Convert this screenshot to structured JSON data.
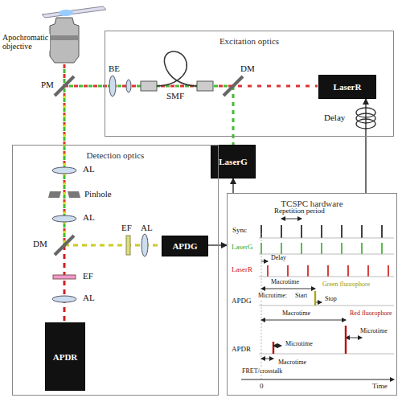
{
  "diagram": {
    "nodes": [
      {
        "text": [
          "Excitation optics"
        ]
      },
      {
        "text": [
          "LaserR"
        ],
        "in": 0
      },
      {
        "text": [
          "LaserG"
        ]
      },
      {
        "text": [
          "Detection optics"
        ]
      },
      {
        "text": [
          "APDG"
        ],
        "in": 3
      },
      {
        "text": [
          "APDR"
        ],
        "in": 3
      },
      {
        "text": [
          "TCSPC hardware"
        ]
      }
    ],
    "edges": [
      {
        "from": 6,
        "to": 2,
        "arrow": "to"
      },
      {
        "from": 6,
        "to": 1,
        "arrow": "to"
      },
      {
        "from": 4,
        "to": 6,
        "arrow": "to"
      }
    ],
    "labels": [
      "Apochromatic objective",
      "PM",
      "BE",
      "SMF",
      "DM",
      "Delay",
      "AL",
      "Pinhole",
      "AL",
      "DM",
      "EF",
      "AL",
      "EF",
      "AL",
      "Sync",
      "Repetition period",
      "LaserG",
      "LaserR",
      "Delay",
      "APDG",
      "Macrotime",
      "Green fluorophore",
      "Microtime:",
      "Start",
      "Stop",
      "APDR",
      "Macrotime",
      "Red fluorophore",
      "Microtime",
      "Microtime",
      "Macrotime",
      "FRET/crosstalk",
      "0",
      "Time"
    ]
  }
}
